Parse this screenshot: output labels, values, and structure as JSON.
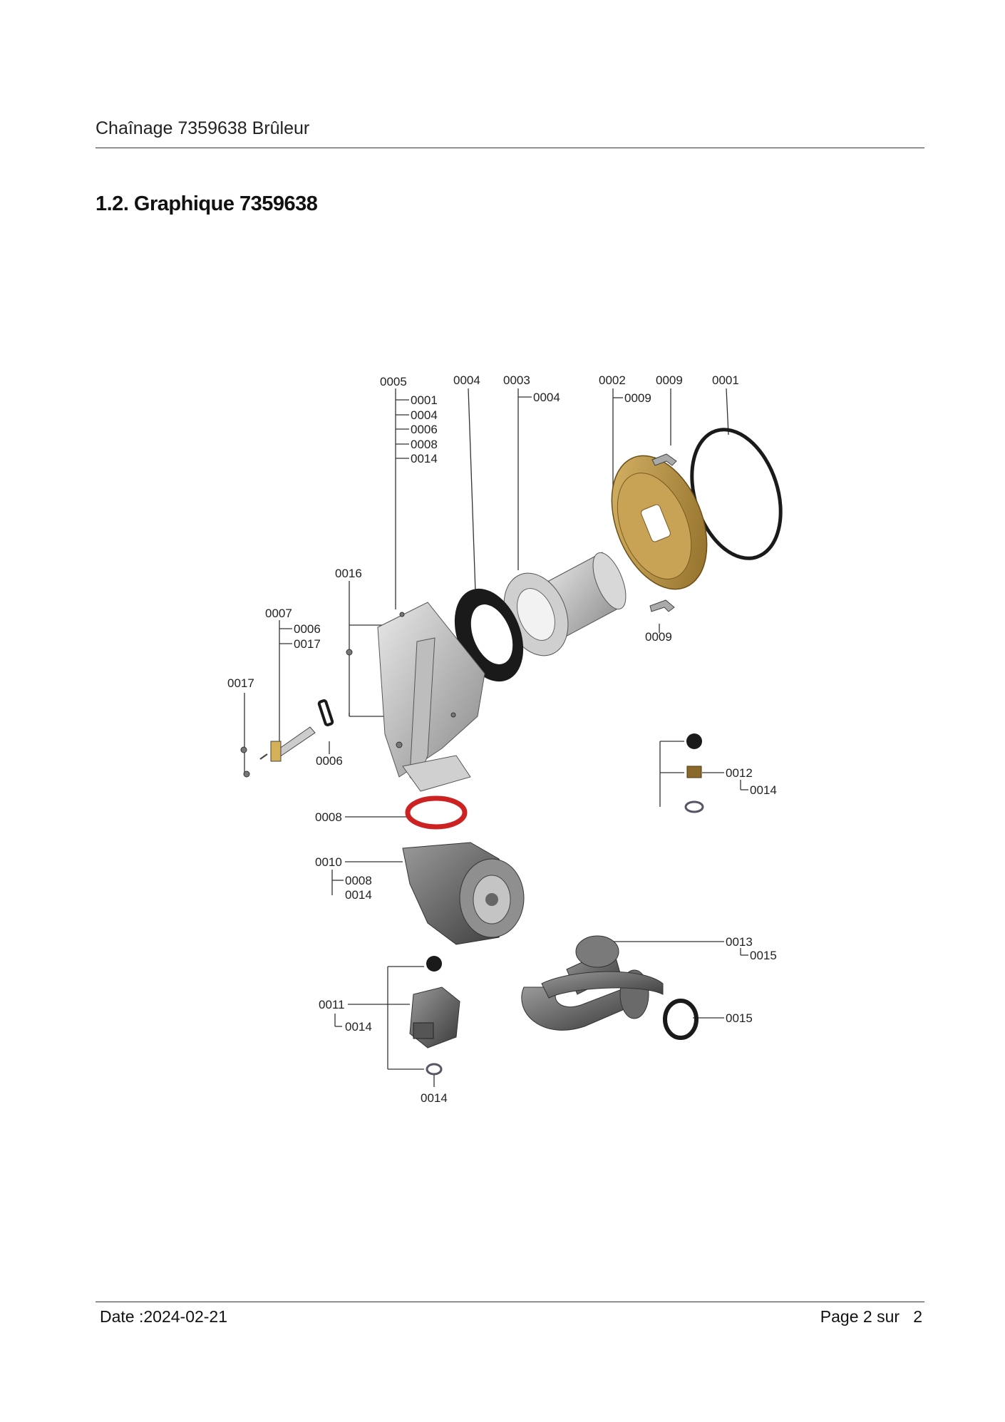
{
  "header": {
    "title": "Chaînage 7359638 Brûleur"
  },
  "section": {
    "title": "1.2. Graphique 7359638"
  },
  "diagram": {
    "labels": {
      "l0005": "0005",
      "l0005_0001": "0001",
      "l0005_0004": "0004",
      "l0005_0006": "0006",
      "l0005_0008": "0008",
      "l0005_0014": "0014",
      "l0004": "0004",
      "l0003": "0003",
      "l0003_0004": "0004",
      "l0002": "0002",
      "l0002_0009": "0009",
      "l0009_top": "0009",
      "l0001": "0001",
      "l0009_bottom": "0009",
      "l0016": "0016",
      "l0007": "0007",
      "l0007_0006": "0006",
      "l0007_0017": "0017",
      "l0017": "0017",
      "l0006": "0006",
      "l0012": "0012",
      "l0012_0014": "0014",
      "l0008": "0008",
      "l0010": "0010",
      "l0010_0008": "0008",
      "l0010_0014": "0014",
      "l0013": "0013",
      "l0013_0015": "0015",
      "l0011": "0011",
      "l0011_0014": "0014",
      "l0015": "0015",
      "l0014_bottom": "0014"
    },
    "colors": {
      "brass": "#b8923e",
      "gasket_red": "#cc2222",
      "rubber": "#1a1a1a",
      "metal": "#9a9a9a"
    }
  },
  "footer": {
    "date": "Date :2024-02-21",
    "page_prefix": "Page 2 sur",
    "page_total": "2"
  }
}
